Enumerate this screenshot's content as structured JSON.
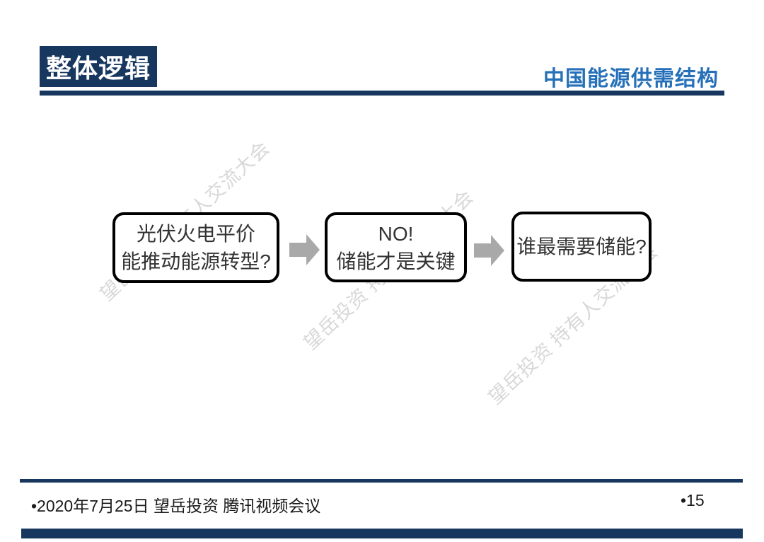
{
  "slide": {
    "header": {
      "title": "整体逻辑",
      "subtitle": "中国能源供需结构"
    },
    "flow_boxes": [
      {
        "lines": [
          "光伏火电平价",
          "能推动能源转型?"
        ]
      },
      {
        "lines": [
          "NO!",
          "储能才是关键"
        ]
      },
      {
        "lines": [
          "谁最需要储能?"
        ]
      }
    ],
    "arrows": [
      "right-block-arrow",
      "right-block-arrow"
    ],
    "watermark_text": "望岳投资 持有人交流大会",
    "footer": {
      "date_venue": "•2020年7月25日 望岳投资 腾讯视频会议",
      "page_number": "•15"
    },
    "colors": {
      "navy": "#17375E",
      "subtitle_blue": "#2570B8",
      "arrow_gray": "#A9A9A9",
      "watermark_gray": "#D8D8D8",
      "box_border": "#000000",
      "box_text": "#333333"
    }
  }
}
